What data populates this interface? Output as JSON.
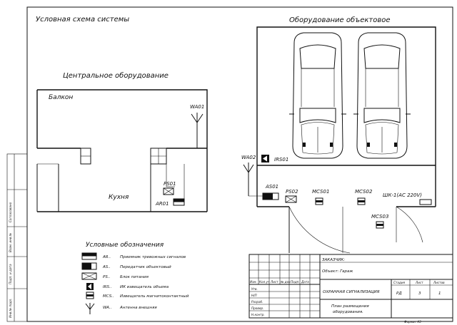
{
  "sheet": {
    "title_system": "Условная схема системы",
    "title_object": "Оборудование объектовое",
    "title_central": "Центральное оборудование",
    "room_balcony": "Балкон",
    "room_kitchen": "Кухня"
  },
  "devices": {
    "wa01": "WA01",
    "wa02": "WA02",
    "ps01": "PS01",
    "ar01": "AR01",
    "as01": "AS01",
    "ps02": "PS02",
    "mcs01": "MCS01",
    "mcs02": "MCS02",
    "mcs03": "MCS03",
    "irs01": "IRS01",
    "shk": "ШК-1(AC 220V)"
  },
  "legend": {
    "title": "Условные обозначения",
    "items": [
      {
        "code": "AR..",
        "text": "Приемник тревожных сигналов",
        "icon": "receiver-symbol"
      },
      {
        "code": "AS..",
        "text": "Передатчик объектовый",
        "icon": "transmitter-symbol"
      },
      {
        "code": "PS..",
        "text": "Блок питания",
        "icon": "power-supply-symbol"
      },
      {
        "code": "IRS..",
        "text": "ИК извещатель объема",
        "icon": "ir-sensor-symbol"
      },
      {
        "code": "MCS..",
        "text": "Извещатель магнитоконтактный",
        "icon": "magnetic-contact-symbol"
      },
      {
        "code": "WA..",
        "text": "Антенна внешняя",
        "icon": "antenna-symbol"
      }
    ]
  },
  "stamp": {
    "customer_label": "ЗАКАЗЧИК:",
    "object_label": "Объект: Гараж",
    "header_cols": [
      "Изм.",
      "Кол.уч",
      "Лист",
      "№ док.",
      "Подп.",
      "Дата"
    ],
    "roles": [
      "Н/П",
      "Разраб.",
      "Провер.",
      "Н.контр.",
      "Утв."
    ],
    "project_title": "ОХРАННАЯ СИГНАЛИЗАЦИЯ",
    "sheet_title_line1": "План размещения",
    "sheet_title_line2": "оборудования.",
    "stage_label": "Стадия",
    "sheet_label": "Лист",
    "sheets_label": "Листов",
    "stage_value": "РД",
    "sheet_value": "3",
    "sheets_value": "1",
    "format": "Формат А3"
  },
  "side_stamp": [
    "Согласовано",
    "Взам. инв.№",
    "Подп. и дата",
    "Инв.№ подл."
  ]
}
